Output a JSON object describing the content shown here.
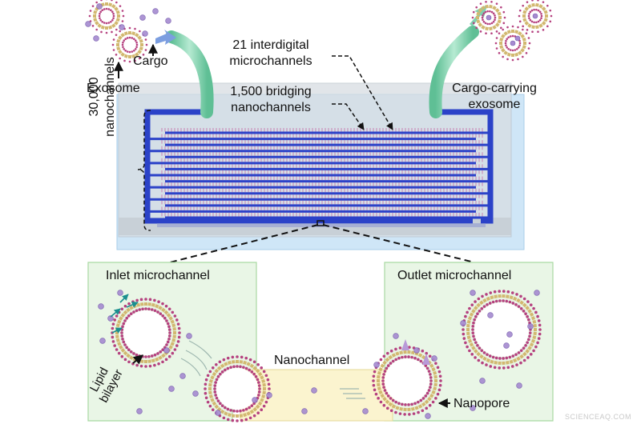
{
  "labels": {
    "cargo": "Cargo",
    "exosome": "Exosome",
    "interdigital_line1": "21 interdigital",
    "interdigital_line2": "microchannels",
    "bridging_line1": "1,500 bridging",
    "bridging_line2": "nanochannels",
    "cargo_exosome_line1": "Cargo-carrying",
    "cargo_exosome_line2": "exosome",
    "nano_count_line1": "30,000",
    "nano_count_line2": "nanochannels",
    "inlet": "Inlet microchannel",
    "outlet": "Outlet microchannel",
    "nanochannel": "Nanochannel",
    "lipid_line1": "Lipid",
    "lipid_line2": "bilayer",
    "nanopore": "Nanopore",
    "watermark": "SCIENCEAQ.COM"
  },
  "colors": {
    "chip_glass": "#cfe6f7",
    "microchannel": "#2b42c8",
    "nanochannel": "#c0569a",
    "tubing": "#7fd0b0",
    "panel": "#e9f6e6",
    "nano_region": "#fbf4cf",
    "lipid_head": "#b5417f",
    "cargo_dot": "#a58ad0",
    "arrow_teal": "#1a8f8f"
  }
}
